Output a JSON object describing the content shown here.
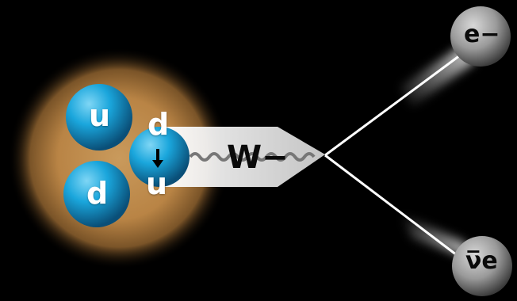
{
  "proton": {
    "quarks": [
      {
        "label": "u"
      },
      {
        "label": "d"
      }
    ],
    "converting_quark": {
      "from": "d",
      "to": "u"
    }
  },
  "boson": {
    "label": "W−"
  },
  "products": {
    "electron": {
      "label": "e−"
    },
    "antineutrino": {
      "label": "ν̅e"
    }
  },
  "colors": {
    "background": "#000000",
    "nucleon_glow": "#b98445",
    "quark_blue": "#1aa6dc",
    "lepton_gray": "#9a9a9a",
    "track_white": "#ffffff"
  }
}
